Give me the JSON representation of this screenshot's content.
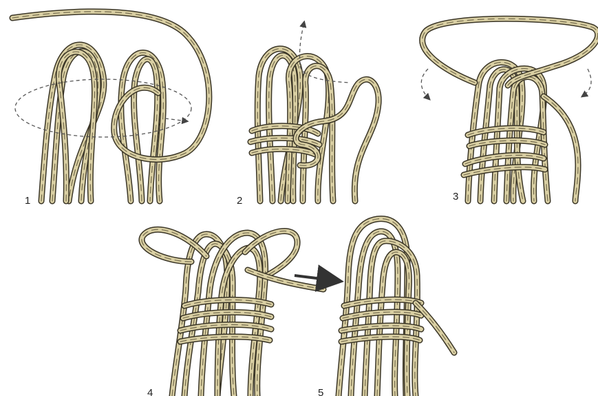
{
  "figure": {
    "steps": [
      {
        "label": "1"
      },
      {
        "label": "2"
      },
      {
        "label": "3"
      },
      {
        "label": "4"
      },
      {
        "label": "5"
      }
    ],
    "colors": {
      "rope": "#d9cfa3",
      "rope_outline": "#3a3526",
      "rope_texture": "#6b6246",
      "motion_arrow": "#555555",
      "transition_arrow": "#333333",
      "background": "#ffffff"
    }
  }
}
